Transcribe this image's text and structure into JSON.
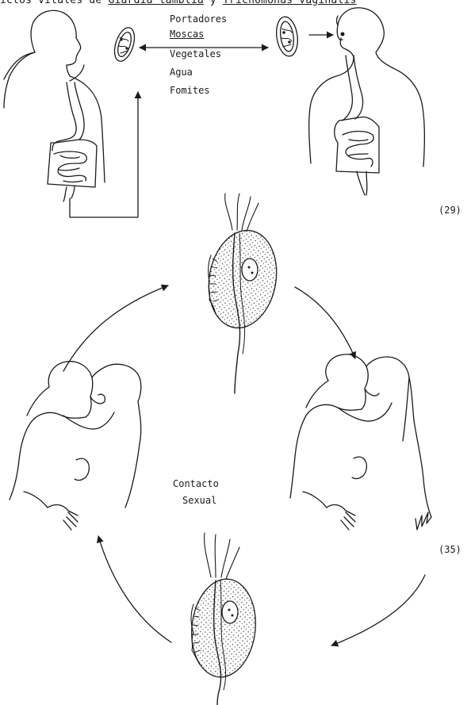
{
  "header": {
    "prefix": "iclos vitales de ",
    "organism1": "Giardia lamblia",
    "separator": " y ",
    "organism2": "Trichomonas vaginalis"
  },
  "routes": {
    "carriers": "Portadores",
    "flies": "Moscas",
    "vegetables": "Vegetales",
    "water": "Agua",
    "fomites": "Fomites"
  },
  "refs": {
    "ref1": "(29)",
    "ref2": "(35)"
  },
  "cycle2": {
    "contact_line1": "Contacto",
    "contact_line2": "Sexual"
  }
}
